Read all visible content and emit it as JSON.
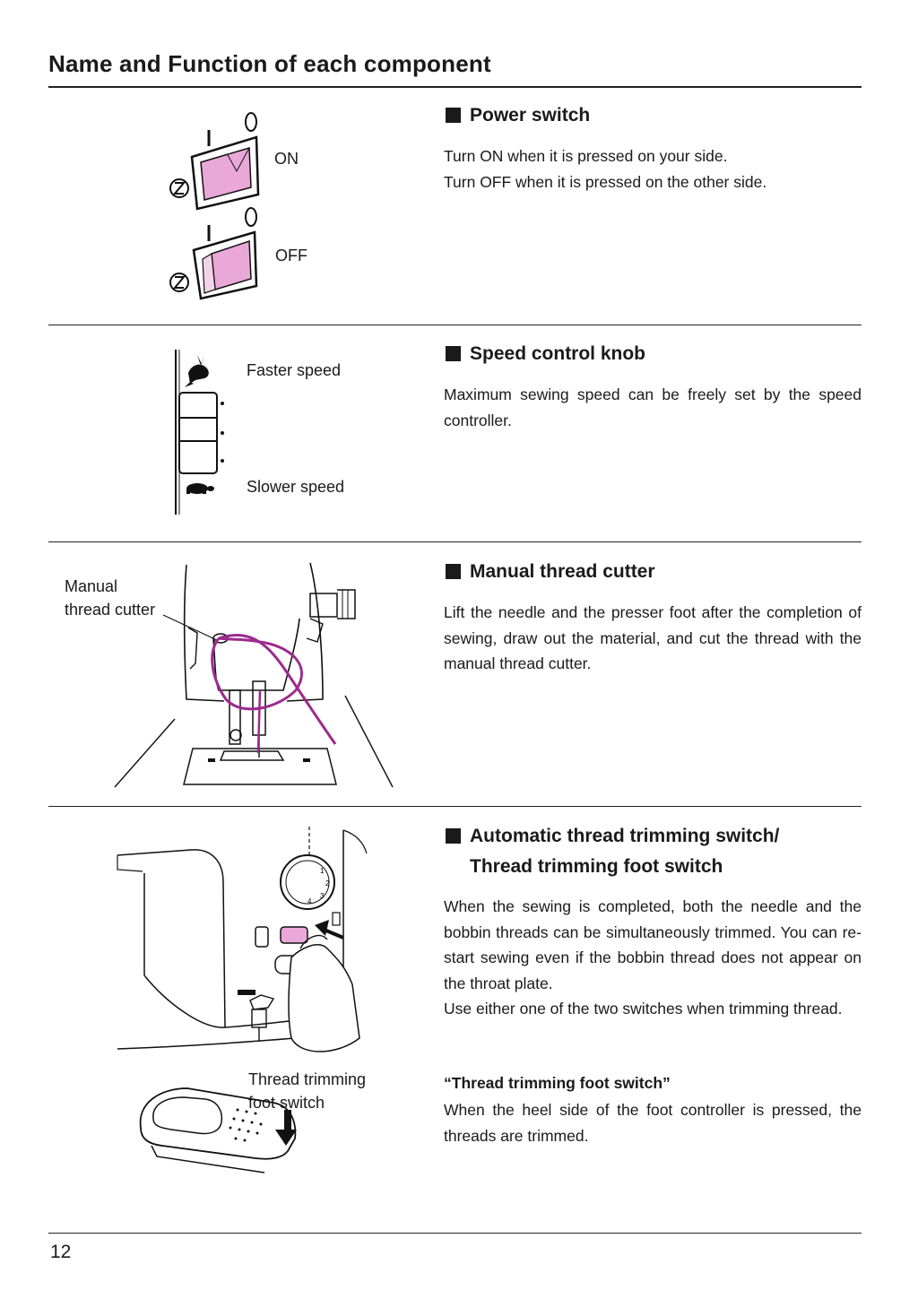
{
  "page": {
    "title": "Name and Function of each component",
    "page_number": "12"
  },
  "power_switch": {
    "title": "Power switch",
    "lines": [
      "Turn ON when it is pressed on your side.",
      "Turn OFF when it is pressed on the other side."
    ],
    "label_on": "ON",
    "label_off": "OFF",
    "switch_color": "#e9a8d8"
  },
  "speed_knob": {
    "title": "Speed control knob",
    "text": "Maximum sewing speed can be freely set by the speed controller.",
    "label_fast": "Faster speed",
    "label_slow": "Slower speed"
  },
  "thread_cutter": {
    "title": "Manual thread cutter",
    "text": "Lift the needle and the presser foot after the completion of sewing, draw out the material, and cut the thread with the manual thread cutter.",
    "callout": [
      "Manual",
      "thread cutter"
    ],
    "thread_color": "#9c2a8e"
  },
  "auto_trim": {
    "title_line1": "Automatic thread trimming switch/",
    "title_line2": "Thread trimming foot switch",
    "text1": "When the sewing is completed, both the needle and the bobbin threads can be simultaneously trimmed. You can re-start sewing even if the bobbin thread does not appear on the throat plate.",
    "text2": "Use either one of the two switches when trimming thread.",
    "subhead": "“Thread trimming foot switch”",
    "text3": "When the heel side of the foot controller is pressed, the threads are trimmed.",
    "callout": [
      "Thread trimming",
      "foot switch"
    ]
  }
}
